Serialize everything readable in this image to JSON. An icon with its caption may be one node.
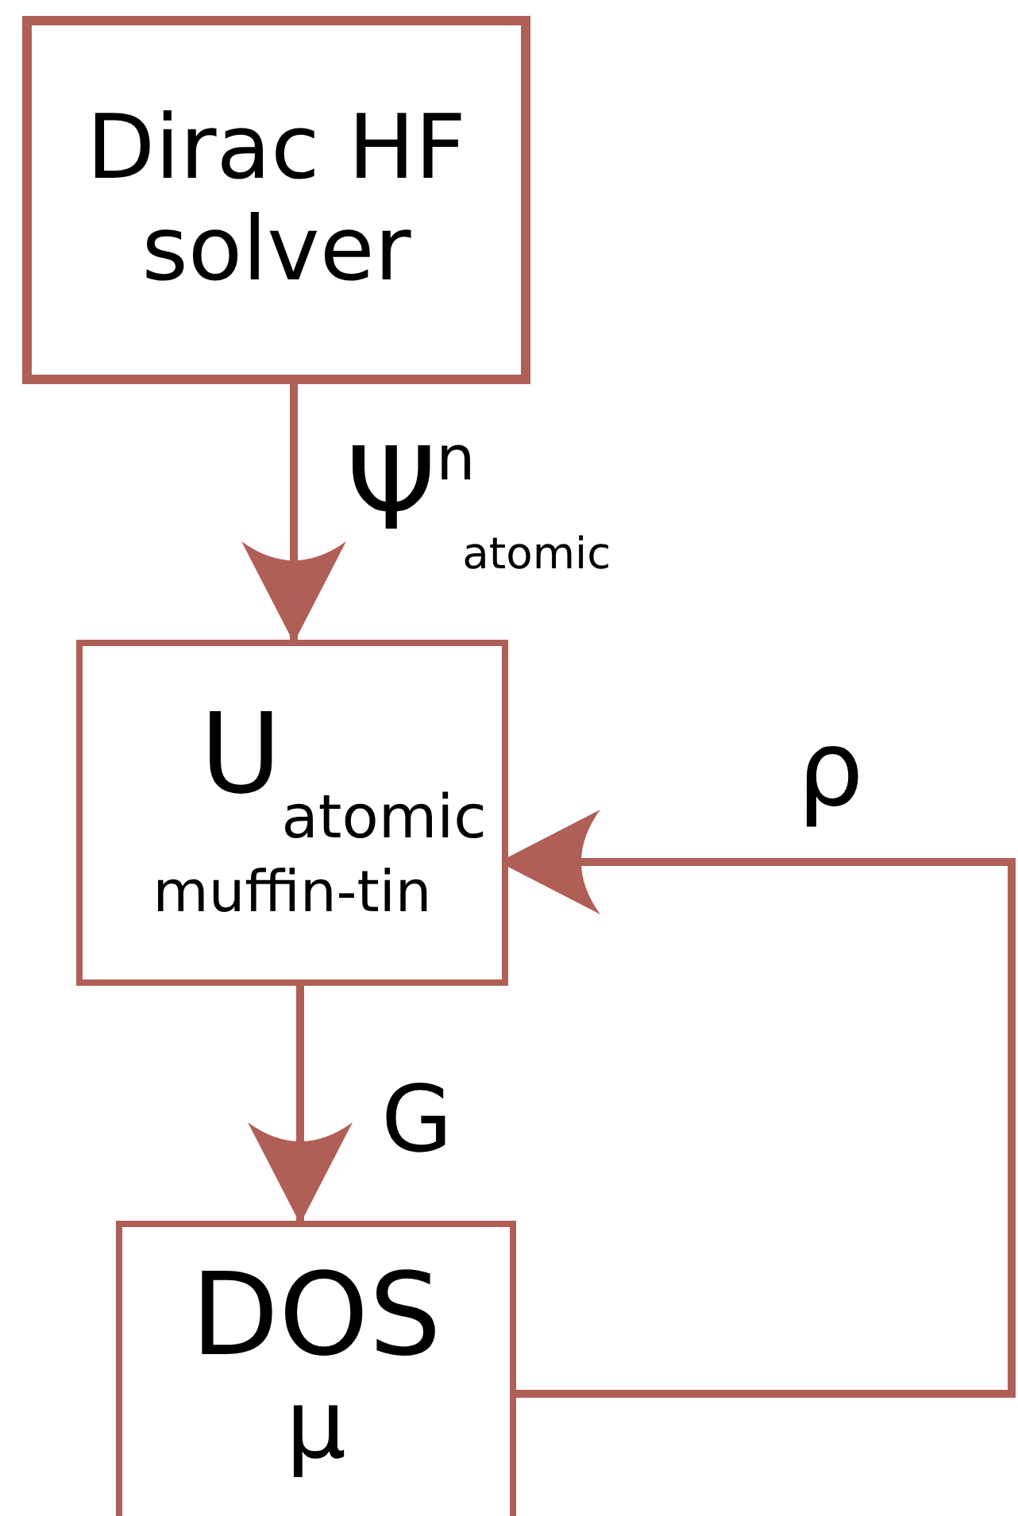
{
  "diagram": {
    "nodes": [
      {
        "text": [
          "Dirac HF solver"
        ]
      },
      {
        "text": [
          "U$_{atomic}$",
          "muffin-tin"
        ]
      },
      {
        "text": [
          "DOS",
          "μ"
        ]
      }
    ],
    "edges": [
      {
        "from": 0,
        "to": 1,
        "arrow": "to",
        "label": "Ψ$^{n}$$_{atomic}$"
      },
      {
        "from": 1,
        "to": 2,
        "arrow": "to",
        "label": "G"
      },
      {
        "from": 2,
        "to": 1,
        "arrow": "to",
        "label": "ρ"
      }
    ]
  }
}
